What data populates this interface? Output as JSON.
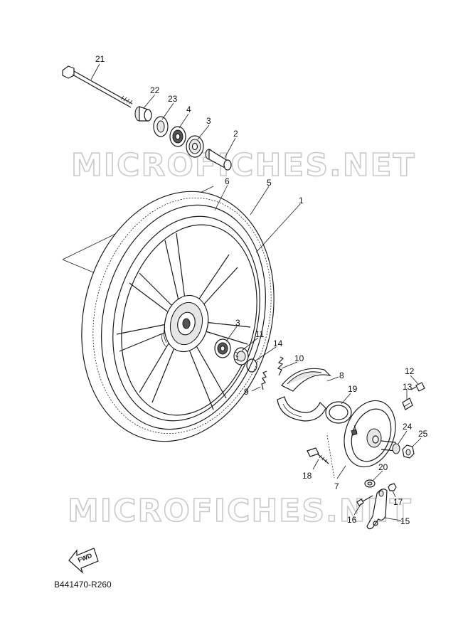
{
  "diagram": {
    "watermark_top": "MICROFICHES.NET",
    "watermark_bottom": "MICROFICHES.NET",
    "fwd_label": "FWD",
    "drawing_code": "B441470-R260",
    "callouts": [
      {
        "id": "c21",
        "label": "21"
      },
      {
        "id": "c22",
        "label": "22"
      },
      {
        "id": "c23",
        "label": "23"
      },
      {
        "id": "c4",
        "label": "4"
      },
      {
        "id": "c3a",
        "label": "3"
      },
      {
        "id": "c2",
        "label": "2"
      },
      {
        "id": "c6",
        "label": "6"
      },
      {
        "id": "c5",
        "label": "5"
      },
      {
        "id": "c1",
        "label": "1"
      },
      {
        "id": "c3b",
        "label": "3"
      },
      {
        "id": "c11",
        "label": "11"
      },
      {
        "id": "c14",
        "label": "14"
      },
      {
        "id": "c10",
        "label": "10"
      },
      {
        "id": "c8",
        "label": "8"
      },
      {
        "id": "c9",
        "label": "9"
      },
      {
        "id": "c12",
        "label": "12"
      },
      {
        "id": "c13",
        "label": "13"
      },
      {
        "id": "c19",
        "label": "19"
      },
      {
        "id": "c24",
        "label": "24"
      },
      {
        "id": "c25",
        "label": "25"
      },
      {
        "id": "c18",
        "label": "18"
      },
      {
        "id": "c7",
        "label": "7"
      },
      {
        "id": "c20",
        "label": "20"
      },
      {
        "id": "c17",
        "label": "17"
      },
      {
        "id": "c16",
        "label": "16"
      },
      {
        "id": "c15",
        "label": "15"
      }
    ]
  }
}
